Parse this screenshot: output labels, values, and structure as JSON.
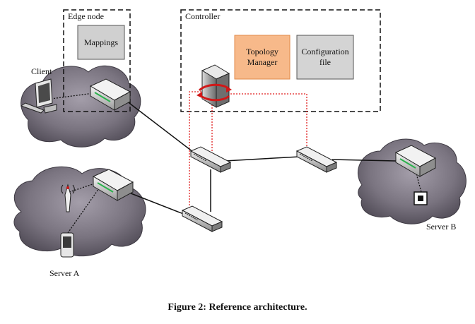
{
  "edge_node": {
    "title": "Edge node",
    "mappings_label": "Mappings"
  },
  "controller": {
    "title": "Controller",
    "topology_manager_line1": "Topology",
    "topology_manager_line2": "Manager",
    "config_line1": "Configuration",
    "config_line2": "file"
  },
  "client_label": "Client",
  "server_a_label": "Server A",
  "server_b_label": "Server B",
  "caption": "Figure 2: Reference architecture.",
  "colors": {
    "topology_fill": "#f7b98a",
    "topology_border": "#e08a4a",
    "config_fill": "#d4d4d4",
    "mappings_fill": "#d0d0d0",
    "cloud_fill": "#7a7480",
    "control_link": "#e02020"
  }
}
